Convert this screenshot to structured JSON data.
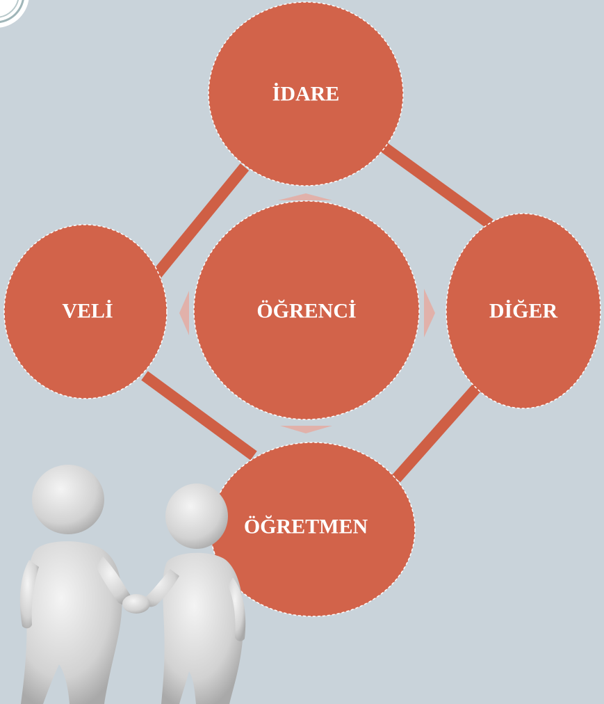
{
  "diagram": {
    "nodes": [
      {
        "id": "idare",
        "label": "İDARE"
      },
      {
        "id": "veli",
        "label": "VELİ"
      },
      {
        "id": "ogrenci",
        "label": "ÖĞRENCİ"
      },
      {
        "id": "diger",
        "label": "DİĞER"
      },
      {
        "id": "ogretmen",
        "label": "ÖĞRETMEN"
      }
    ],
    "connectors": [
      {
        "from": "idare",
        "to": "veli"
      },
      {
        "from": "idare",
        "to": "diger"
      },
      {
        "from": "veli",
        "to": "ogretmen"
      },
      {
        "from": "diger",
        "to": "ogretmen"
      }
    ],
    "arrows": [
      {
        "from": "ogrenci",
        "to": "idare",
        "direction": "up"
      },
      {
        "from": "ogrenci",
        "to": "veli",
        "direction": "left"
      },
      {
        "from": "ogrenci",
        "to": "diger",
        "direction": "right"
      },
      {
        "from": "ogrenci",
        "to": "ogretmen",
        "direction": "down"
      }
    ],
    "colors": {
      "background": "#c9d3da",
      "node_fill": "#d2634a",
      "node_border": "#ffffff",
      "connector": "#cf5f45",
      "arrow": "#e8a69a",
      "text": "#ffffff"
    },
    "illustration": "two-people-handshake"
  }
}
